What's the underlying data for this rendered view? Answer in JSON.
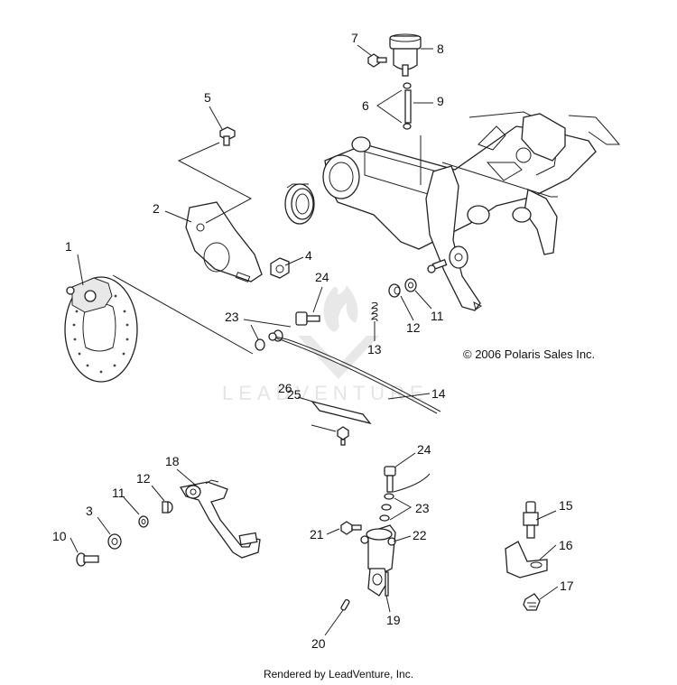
{
  "copyright": "© 2006 Polaris Sales Inc.",
  "footer": "Rendered by LeadVenture, Inc.",
  "watermark": "LEADVENTURE",
  "callouts": {
    "c1": "1",
    "c2": "2",
    "c3": "3",
    "c4": "4",
    "c5": "5",
    "c6": "6",
    "c7": "7",
    "c8": "8",
    "c9": "9",
    "c10": "10",
    "c11a": "11",
    "c11b": "11",
    "c12a": "12",
    "c12b": "12",
    "c13": "13",
    "c14": "14",
    "c15": "15",
    "c16": "16",
    "c17": "17",
    "c18": "18",
    "c19": "19",
    "c20": "20",
    "c21": "21",
    "c22": "22",
    "c23a": "23",
    "c23b": "23",
    "c24a": "24",
    "c24b": "24",
    "c25": "25",
    "c26": "26"
  }
}
